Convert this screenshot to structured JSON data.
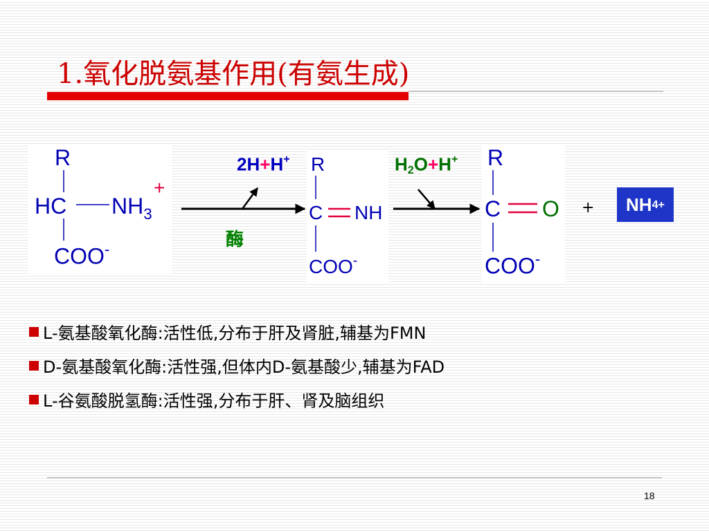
{
  "slide": {
    "title": "1.氧化脱氨基作用(有氨生成)",
    "page_number": "18"
  },
  "reaction": {
    "molecule1": {
      "r": "R",
      "hc": "HC",
      "nh": "NH",
      "nh_sub": "3",
      "plus": "+",
      "coo": "COO",
      "coo_charge": "-"
    },
    "step1": {
      "h": "2H",
      "plus": "+",
      "hp": "H",
      "hp_charge": "+",
      "enzyme": "酶"
    },
    "molecule2": {
      "r": "R",
      "c": "C",
      "nh": "NH",
      "coo": "COO",
      "coo_charge": "-"
    },
    "step2": {
      "h": "H",
      "h_sub": "2",
      "o": "O",
      "plus": "+",
      "hp": "H",
      "hp_charge": "+"
    },
    "molecule3": {
      "r": "R",
      "c": "C",
      "o": "O",
      "coo": "COO",
      "coo_charge": "-"
    },
    "plus_sign": "+",
    "ammonium": {
      "nh": "NH",
      "sub": "4",
      "charge": "+"
    }
  },
  "bullets": [
    "L-氨基酸氧化酶:活性低,分布于肝及肾脏,辅基为FMN",
    "D-氨基酸氧化酶:活性强,但体内D-氨基酸少,辅基为FAD",
    "L-谷氨酸脱氢酶:活性强,分布于肝、肾及脑组织"
  ],
  "colors": {
    "title": "#cc0000",
    "chem": "#0000b4",
    "enzyme": "#008000",
    "reagent_blue": "#0000c0",
    "reagent_green": "#007000",
    "reagent_plus": "#ff0066",
    "double_bond": "#e0003c",
    "bullet_square": "#cc0000",
    "ammonium_box": "#1f35c8"
  }
}
